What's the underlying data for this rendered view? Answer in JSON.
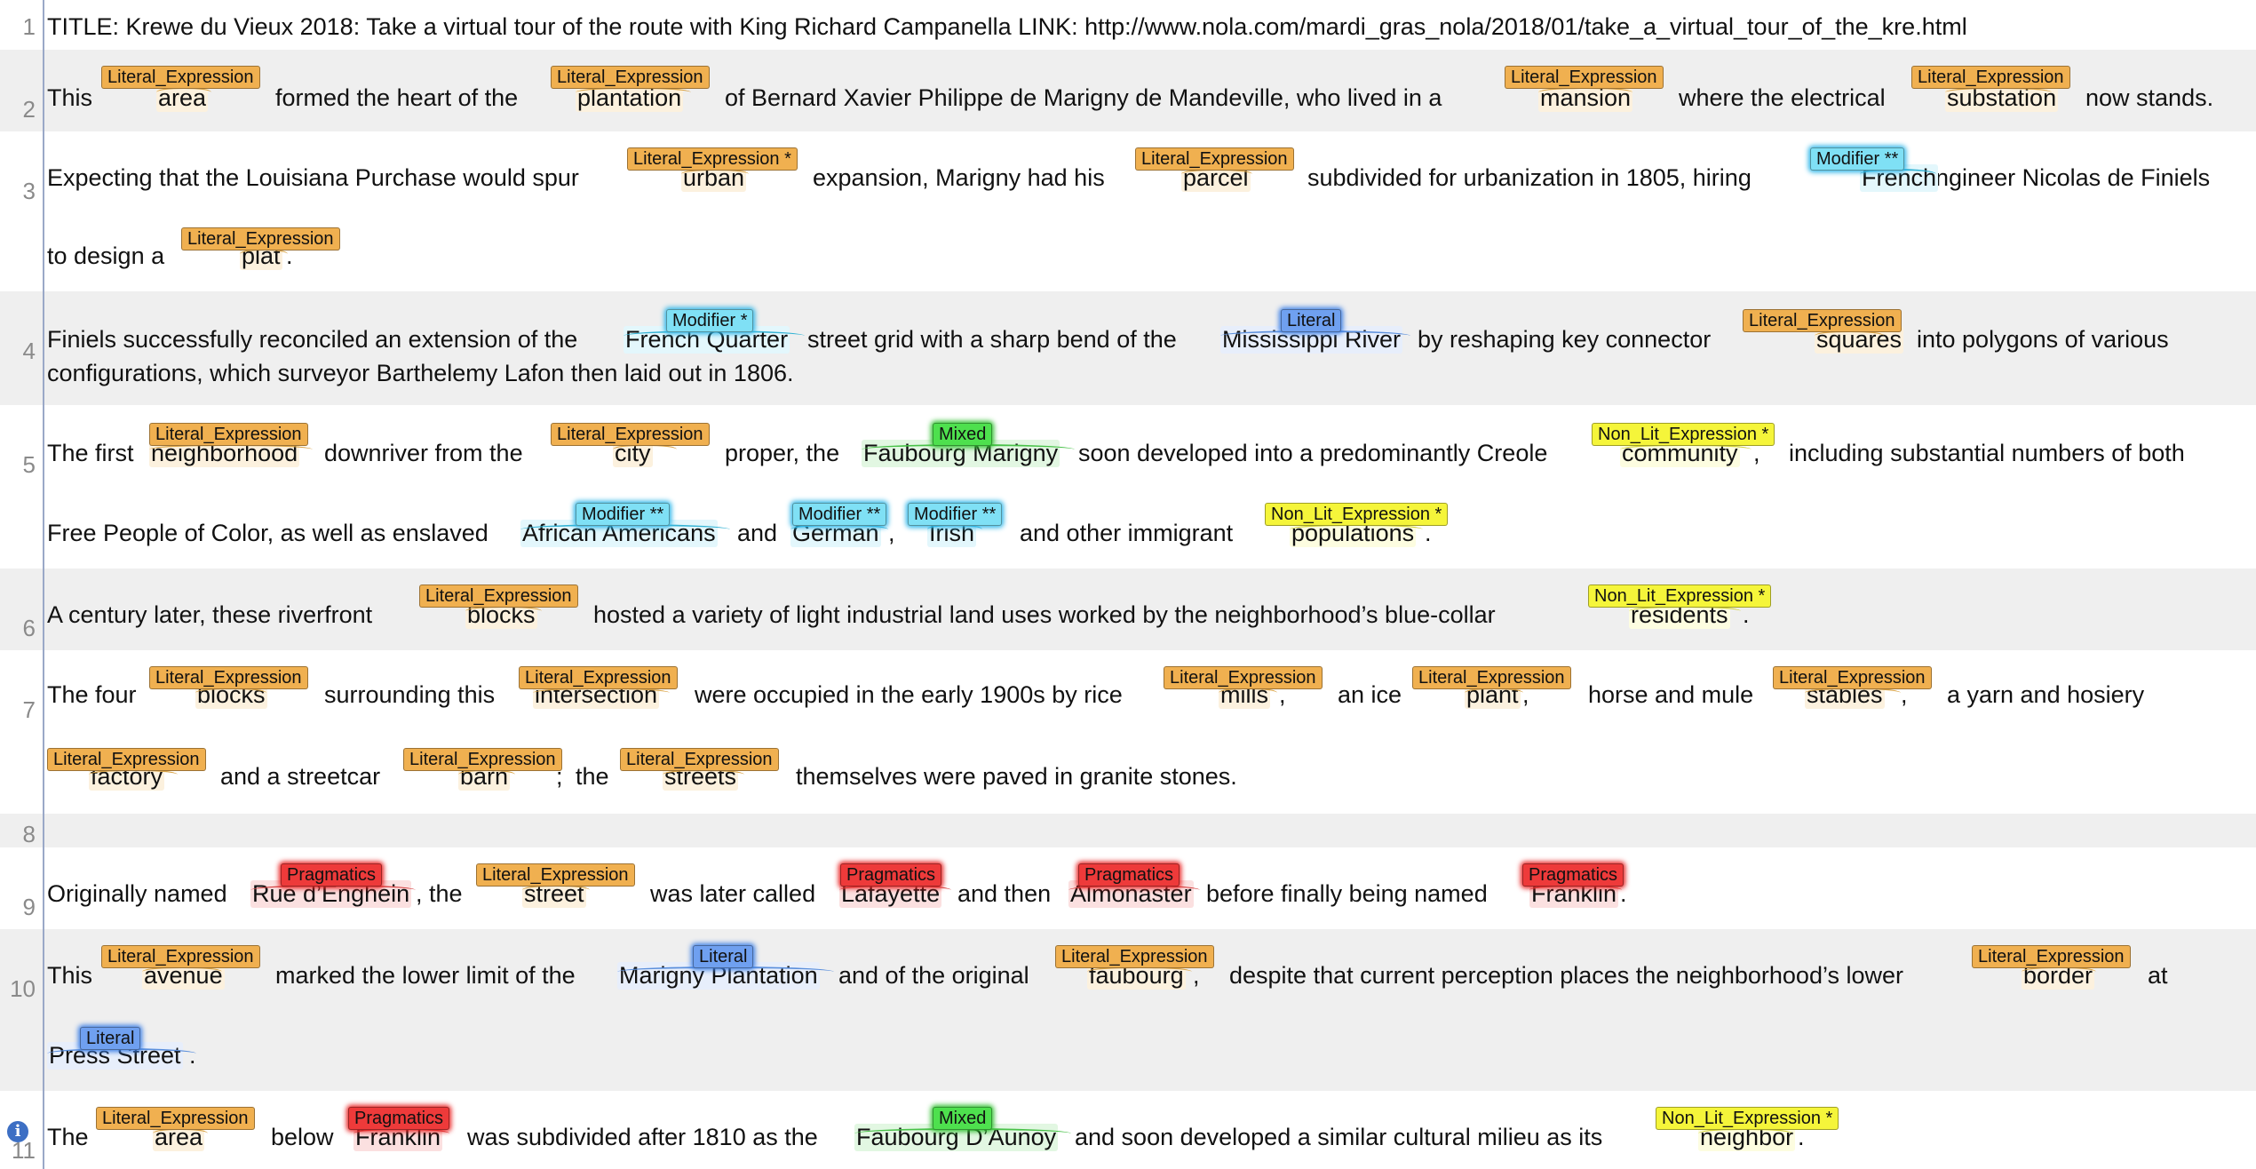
{
  "title_line": {
    "num": "1",
    "text": "TITLE: Krewe du Vieux 2018: Take a virtual tour of the route with King Richard Campanella LINK: http://www.nola.com/mardi_gras_nola/2018/01/take_a_virtual_tour_of_the_kre.html"
  },
  "label_types": {
    "lit_exp": "Literal_Expression",
    "lit_exp_star": "Literal_Expression *",
    "mod_star": "Modifier *",
    "mod_2star": "Modifier **",
    "literal": "Literal",
    "mixed": "Mixed",
    "nonlit_star": "Non_Lit_Expression *",
    "prag": "Pragmatics"
  },
  "lines": [
    {
      "num": "2",
      "texts": [
        "This",
        "formed the heart of the",
        "of Bernard Xavier Philippe de Marigny de Mandeville, who lived in a",
        "where the electrical",
        "now stands."
      ],
      "tokens": [
        "area",
        "plantation",
        "mansion",
        "substation"
      ]
    },
    {
      "num": "3",
      "texts": [
        "Expecting that the Louisiana Purchase would spur",
        "expansion, Marigny had his",
        "subdivided for urbanization in 1805, hiring",
        "engineer Nicolas de Finiels",
        "to design a",
        "."
      ],
      "tokens": [
        "urban",
        "parcel",
        "French",
        "plat"
      ]
    },
    {
      "num": "4",
      "texts": [
        "Finiels successfully reconciled an extension of the",
        "street grid with a sharp bend of the",
        "by reshaping key connector",
        "into polygons of various",
        "configurations, which surveyor Barthelemy Lafon then laid out in 1806."
      ],
      "tokens": [
        "French Quarter",
        "Mississippi River",
        "squares"
      ]
    },
    {
      "num": "5",
      "texts": [
        "The first",
        "downriver from the",
        "proper, the",
        "soon developed into a predominantly Creole",
        ",",
        "including substantial numbers of both",
        "Free People of Color, as well as enslaved",
        "and",
        ",",
        "and other immigrant",
        "."
      ],
      "tokens": [
        "neighborhood",
        "city",
        "Faubourg Marigny",
        "community",
        "African Americans",
        "German",
        "Irish",
        "populations"
      ]
    },
    {
      "num": "6",
      "texts": [
        "A century later, these riverfront",
        "hosted a variety of light industrial land uses worked by the neighborhood’s blue-collar",
        "."
      ],
      "tokens": [
        "blocks",
        "residents"
      ]
    },
    {
      "num": "7",
      "texts": [
        "The four",
        "surrounding this",
        "were occupied in the early 1900s by rice",
        ",",
        "an ice",
        ",",
        "horse and mule",
        ",",
        "a yarn and hosiery",
        "and a streetcar",
        ";",
        "the",
        "themselves were paved in granite stones."
      ],
      "tokens": [
        "blocks",
        "intersection",
        "mills",
        "plant",
        "stables",
        "factory",
        "barn",
        "streets"
      ]
    },
    {
      "num": "8",
      "texts": [],
      "tokens": []
    },
    {
      "num": "9",
      "texts": [
        "Originally named",
        ", the",
        "was later called",
        "and then",
        "before finally being named",
        "."
      ],
      "tokens": [
        "Rue d’Enghein",
        "street",
        "Lafayette",
        "Almonaster",
        "Franklin"
      ]
    },
    {
      "num": "10",
      "texts": [
        "This",
        "marked the lower limit of the",
        "and of the original",
        ",",
        "despite that current perception places the neighborhood’s lower",
        "at",
        "."
      ],
      "tokens": [
        "avenue",
        "Marigny Plantation",
        "faubourg",
        "border",
        "Press Street"
      ]
    },
    {
      "num": "11",
      "texts": [
        "The",
        "below",
        "was subdivided after 1810 as the",
        "and soon developed a similar cultural milieu as its",
        "."
      ],
      "tokens": [
        "area",
        "Franklin",
        "Faubourg D’Aunoy",
        "neighbor"
      ]
    }
  ]
}
